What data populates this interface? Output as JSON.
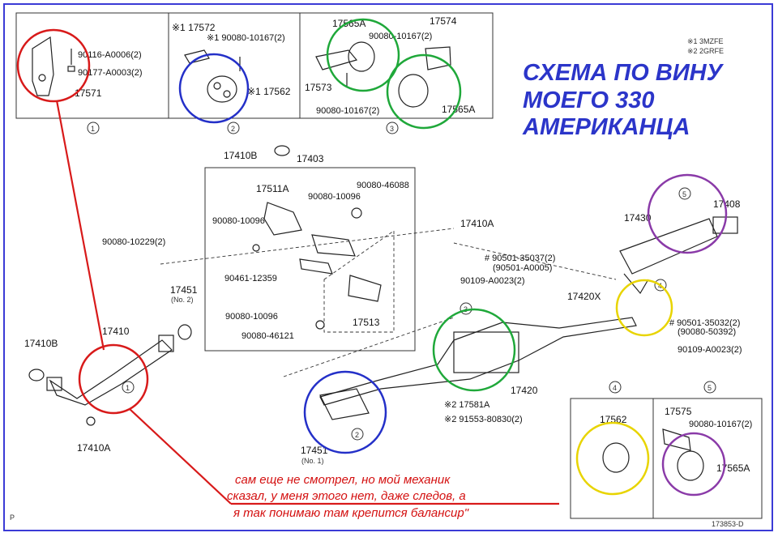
{
  "heading": {
    "line1": "СХЕМА ПО ВИНУ",
    "line2": "МОЕГО 330",
    "line3": "АМЕРИКАНЦА"
  },
  "note": {
    "line1": "сам еще не смотрел, но мой механик",
    "line2": "сказал, у меня этого нет, даже следов, а",
    "line3": "я так понимаю там крепится балансир\""
  },
  "legend": {
    "item1": "※1  3MZFE",
    "item2": "※2  2GRFE"
  },
  "inset1": {
    "number": "1",
    "parts": [
      "90116-A0006(2)",
      "90177-A0003(2)",
      "17571"
    ]
  },
  "inset2": {
    "number": "2",
    "parts": [
      "※1 17572",
      "※1 90080-10167(2)",
      "※1 17562"
    ]
  },
  "inset3": {
    "number": "3",
    "parts": [
      "17565A",
      "17574",
      "90080-10167(2)",
      "17573",
      "90080-10167(2)",
      "17565A"
    ]
  },
  "inset4": {
    "number": "4",
    "parts": [
      "17562"
    ]
  },
  "inset5": {
    "number": "5",
    "parts": [
      "17575",
      "90080-10167(2)",
      "17565A"
    ]
  },
  "main_parts": {
    "p17410B_top": "17410B",
    "p17403": "17403",
    "p17511A": "17511A",
    "p90080_46088": "90080-46088",
    "p90080_10096_a": "90080-10096",
    "p90080_10096_b": "90080-10096",
    "p90080_10096_c": "90080-10096",
    "p17410A_right": "17410A",
    "p90080_10229": "90080-10229(2)",
    "p90501_35037": "# 90501-35037(2)",
    "p90501_A0005": "(90501-A0005)",
    "p90461_12359": "90461-12359",
    "p90109_A0023_a": "90109-A0023(2)",
    "p17451_top": "17451",
    "p17451_top_sub": "(No. 2)",
    "p17513": "17513",
    "p90080_46121": "90080-46121",
    "p17410B_left": "17410B",
    "p17410": "17410",
    "p17410A_bottom": "17410A",
    "p17430": "17430",
    "p17408": "17408",
    "p17420X": "17420X",
    "p90501_35032": "# 90501-35032(2)",
    "p90080_50392": "(90080-50392)",
    "p90109_A0023_b": "90109-A0023(2)",
    "p17420": "17420",
    "p17581A": "※2 17581A",
    "p91553_80830": "※2 91553-80830(2)",
    "p17451_bottom": "17451",
    "p17451_bottom_sub": "(No. 1)"
  },
  "callouts": {
    "c1_main": "1",
    "c2_main": "2",
    "c3_main": "3",
    "c4_main": "4",
    "c5_main": "5"
  },
  "footer": {
    "left": "P",
    "right": "173853-D"
  },
  "colors": {
    "heading": "#2b35c9",
    "note": "#d41010",
    "circle_red": "#d81a1a",
    "circle_blue": "#2430c8",
    "circle_green": "#1fa83a",
    "circle_purple": "#8a3aa8",
    "circle_yellow": "#e8d400"
  }
}
